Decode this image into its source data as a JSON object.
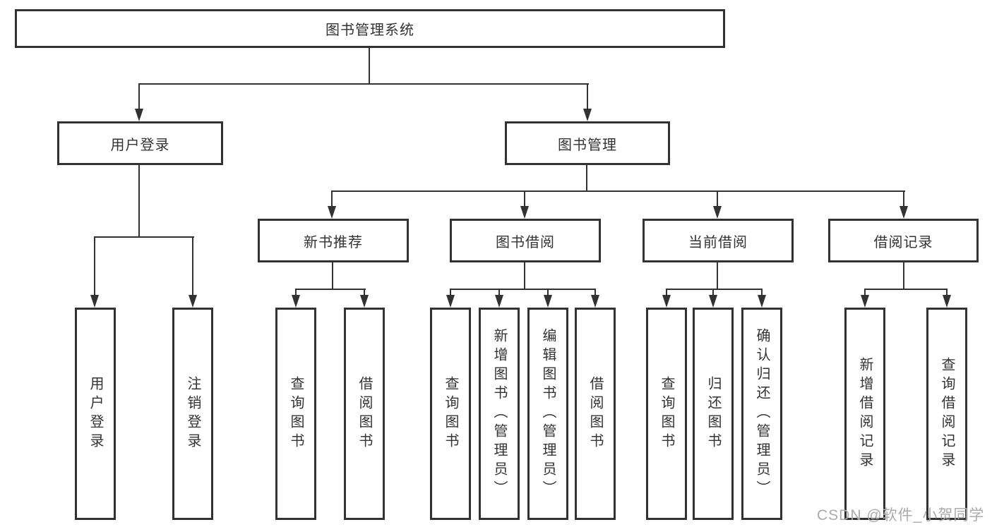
{
  "nodes": {
    "root": {
      "label": "图书管理系统"
    },
    "level2": [
      {
        "label": "用户登录"
      },
      {
        "label": "图书管理"
      }
    ],
    "level3": [
      {
        "label": "新书推荐"
      },
      {
        "label": "图书借阅"
      },
      {
        "label": "当前借阅"
      },
      {
        "label": "借阅记录"
      }
    ],
    "level4": [
      {
        "label": "用户登录"
      },
      {
        "label": "注销登录"
      },
      {
        "label": "查询图书"
      },
      {
        "label": "借阅图书"
      },
      {
        "label": "查询图书"
      },
      {
        "label": "新增图书（管理员）"
      },
      {
        "label": "编辑图书（管理员）"
      },
      {
        "label": "借阅图书"
      },
      {
        "label": "查询图书"
      },
      {
        "label": "归还图书"
      },
      {
        "label": "确认归还（管理员）"
      },
      {
        "label": "新增借阅记录"
      },
      {
        "label": "查询借阅记录"
      }
    ]
  },
  "watermark": {
    "text": "CSDN @软件_小贺同学"
  },
  "colors": {
    "stroke": "#323232",
    "text": "#333333",
    "watermark": "#aaaaaa",
    "background": "#ffffff"
  }
}
